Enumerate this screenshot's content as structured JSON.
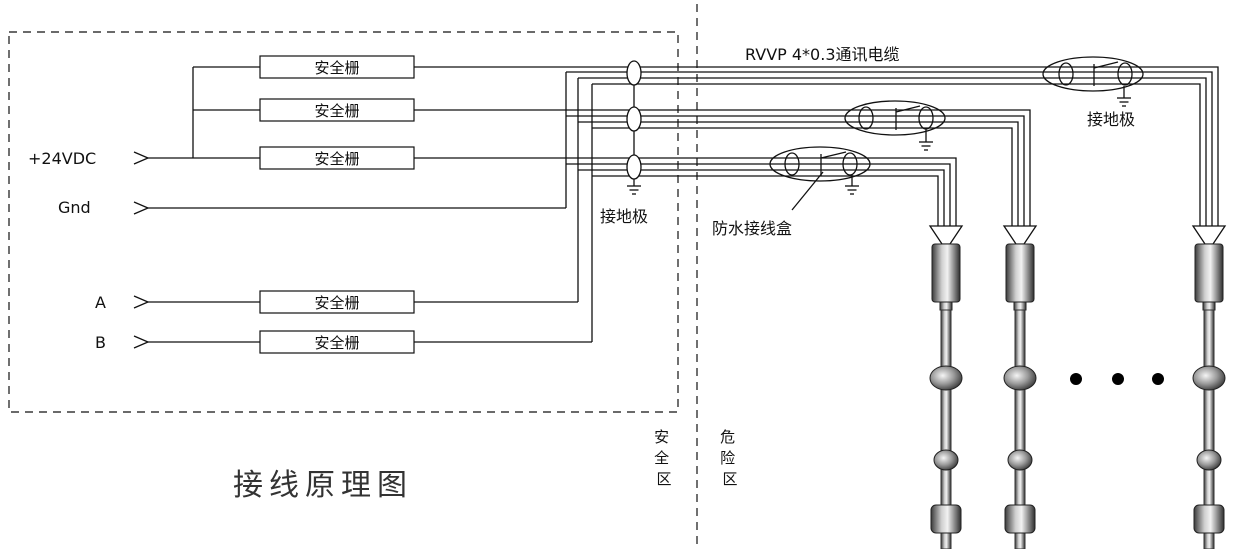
{
  "diagram": {
    "title": "接线原理图",
    "inputs": [
      "+24VDC",
      "Gnd",
      "A",
      "B"
    ],
    "barrier_label": "安全栅",
    "cable_label": "RVVP  4*0.3通讯电缆",
    "ground_label": "接地极",
    "ground_label_right": "接地极",
    "junction_box_label": "防水接线盒",
    "safe_zone_label": "安全区",
    "danger_zone_label": "危险区"
  },
  "colors": {
    "line": "#111111",
    "sensor_metal": "#9a9a9a",
    "sensor_dark": "#2a2a2a"
  }
}
